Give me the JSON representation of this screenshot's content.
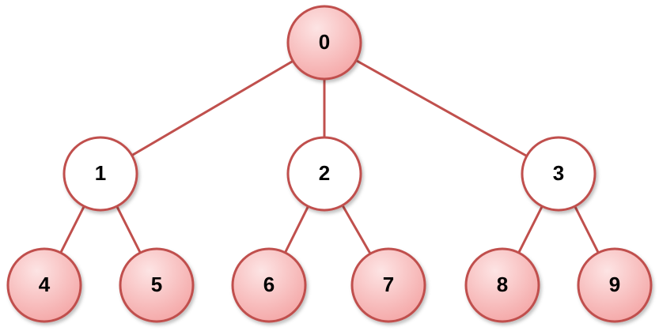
{
  "tree": {
    "colors": {
      "edge": "#c0504d",
      "node_border": "#c0504d",
      "shaded_fill_light": "#fde4e4",
      "shaded_fill_dark": "#f4a6a6",
      "plain_fill": "#ffffff",
      "label": "#000000"
    },
    "nodes": [
      {
        "id": "0",
        "label": "0",
        "shaded": true
      },
      {
        "id": "1",
        "label": "1",
        "shaded": false
      },
      {
        "id": "2",
        "label": "2",
        "shaded": false
      },
      {
        "id": "3",
        "label": "3",
        "shaded": false
      },
      {
        "id": "4",
        "label": "4",
        "shaded": true
      },
      {
        "id": "5",
        "label": "5",
        "shaded": true
      },
      {
        "id": "6",
        "label": "6",
        "shaded": true
      },
      {
        "id": "7",
        "label": "7",
        "shaded": true
      },
      {
        "id": "8",
        "label": "8",
        "shaded": true
      },
      {
        "id": "9",
        "label": "9",
        "shaded": true
      }
    ],
    "edges": [
      {
        "from": "0",
        "to": "1"
      },
      {
        "from": "0",
        "to": "2"
      },
      {
        "from": "0",
        "to": "3"
      },
      {
        "from": "1",
        "to": "4"
      },
      {
        "from": "1",
        "to": "5"
      },
      {
        "from": "2",
        "to": "6"
      },
      {
        "from": "2",
        "to": "7"
      },
      {
        "from": "3",
        "to": "8"
      },
      {
        "from": "3",
        "to": "9"
      }
    ]
  }
}
